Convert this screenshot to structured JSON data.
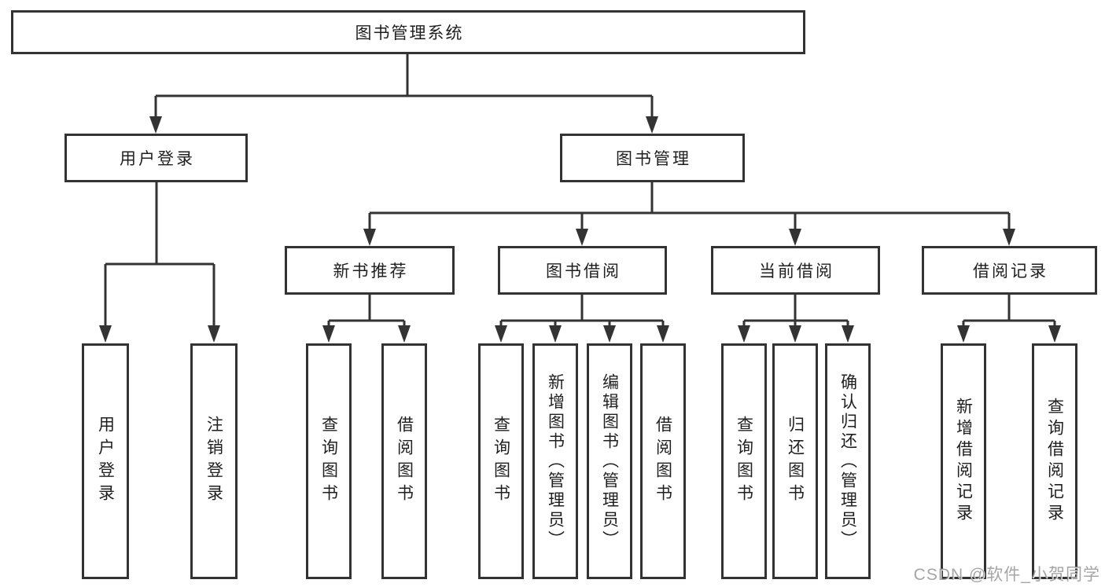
{
  "colors": {
    "line": "#333333",
    "box_border": "#333333",
    "text": "#1f1f1f",
    "background": "#ffffff",
    "watermark": "#8c8c8c"
  },
  "root": {
    "label": "图书管理系统"
  },
  "level2": [
    {
      "label": "用户登录"
    },
    {
      "label": "图书管理"
    }
  ],
  "level3": [
    {
      "label": "新书推荐"
    },
    {
      "label": "图书借阅"
    },
    {
      "label": "当前借阅"
    },
    {
      "label": "借阅记录"
    }
  ],
  "leaves": {
    "user_login": "用户登录",
    "logout": "注销登录",
    "nbr_query_book": "查询图书",
    "nbr_borrow_book": "借阅图书",
    "bb_query_book": "查询图书",
    "bb_add_book": "新增图书（管理员）",
    "bb_edit_book": "编辑图书（管理员）",
    "bb_borrow_book": "借阅图书",
    "cb_query_book": "查询图书",
    "cb_return_book": "归还图书",
    "cb_confirm_return": "确认归还（管理员）",
    "br_add_record": "新增借阅记录",
    "br_query_record": "查询借阅记录"
  },
  "watermark": "CSDN @软件_小贺同学"
}
